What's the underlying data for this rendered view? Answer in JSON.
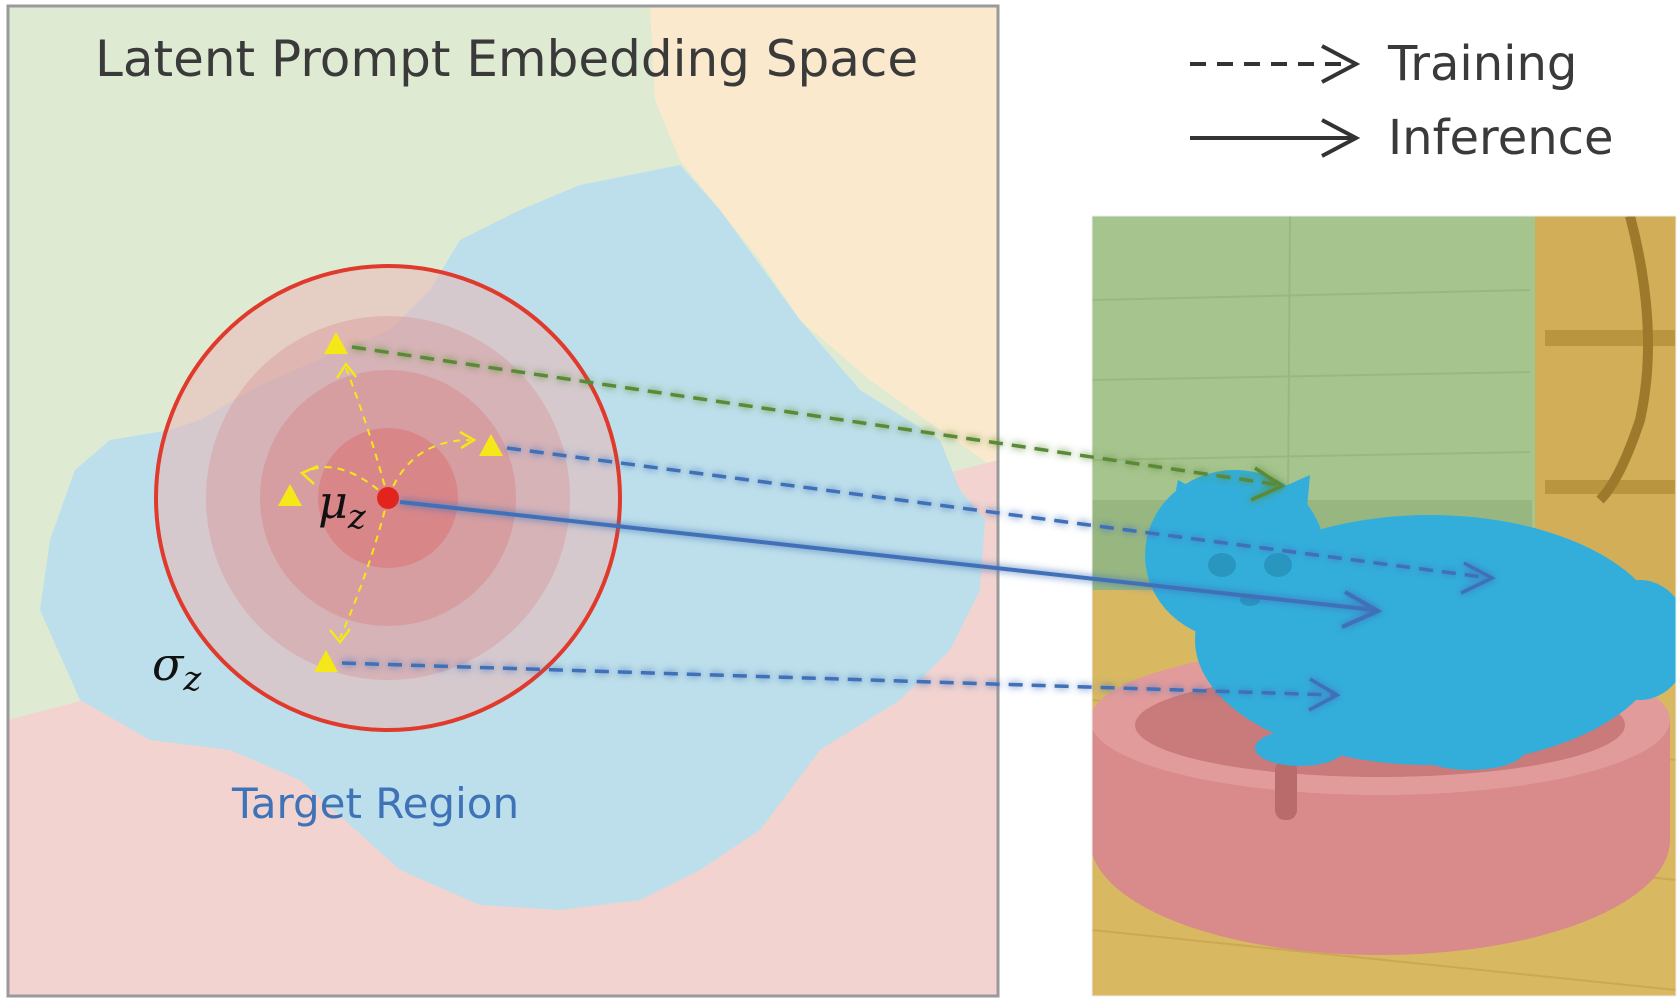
{
  "title": "Latent Prompt Embedding Space",
  "legend": {
    "training_label": "Training",
    "inference_label": "Inference"
  },
  "labels": {
    "target_region": "Target Region",
    "mu_symbol": "μ",
    "mu_sub": "z",
    "sigma_symbol": "σ",
    "sigma_sub": "z"
  },
  "colors": {
    "region_green": "#dfead3",
    "region_orange": "#fbe9cd",
    "region_blue": "#bddfeb",
    "region_pink": "#f2d3d0",
    "target_text": "#3f73b8",
    "circle_outline": "#e03a2c",
    "mean_dot": "#e3241c",
    "sample_marker": "#f4e818",
    "arrow_green": "#5a8a35",
    "arrow_blue": "#3f6fb8",
    "legend_arrow": "#333333",
    "seg_green": "#a7c98f",
    "seg_yellow": "#d6b35a",
    "seg_blue": "#33aedb",
    "seg_pink": "#d98a8a"
  },
  "icons": {
    "mean_marker": "circle",
    "sample_marker": "triangle",
    "photo": "segmented cat in pet bed"
  }
}
